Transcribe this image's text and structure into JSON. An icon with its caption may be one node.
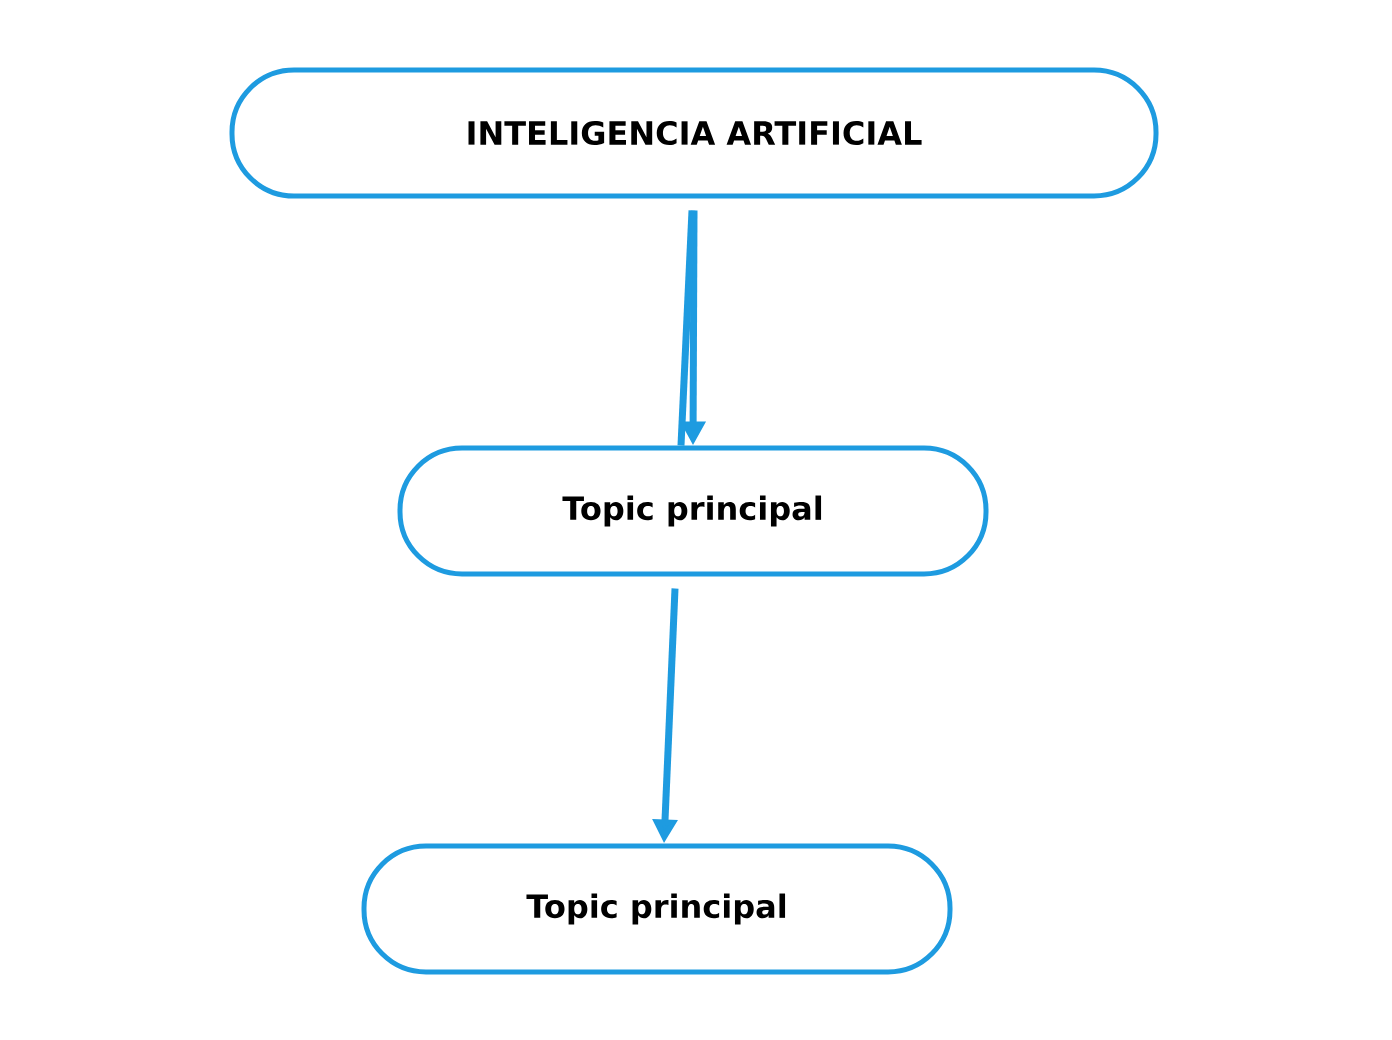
{
  "diagram": {
    "nodes": [
      {
        "text": [
          "INTELIGENCIA ARTIFICIAL"
        ]
      },
      {
        "text": [
          "Topic principal"
        ]
      },
      {
        "text": [
          "Topic principal"
        ]
      }
    ],
    "edges": [
      {
        "from": 0,
        "to": 1,
        "arrow": "to"
      },
      {
        "from": 0,
        "to": 1,
        "arrow": "none"
      },
      {
        "from": 1,
        "to": 2,
        "arrow": "to"
      }
    ]
  }
}
